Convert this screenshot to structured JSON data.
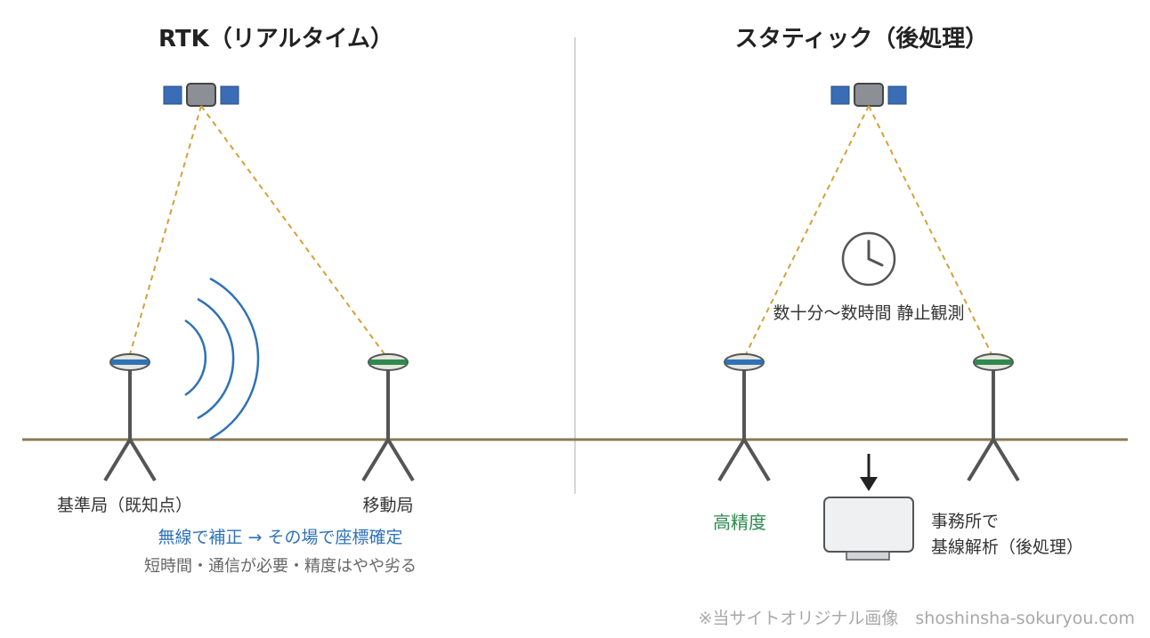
{
  "titles": {
    "rtk": "RTK（リアルタイム）",
    "static": "スタティック（後処理）"
  },
  "rtk": {
    "base_label": "基準局（既知点）",
    "rover_label": "移動局",
    "summary": "無線で補正 → その場で座標確定",
    "note": "短時間・通信が必要・精度はやや劣る"
  },
  "static": {
    "observation_label": "数十分〜数時間 静止観測",
    "accuracy_label": "高精度",
    "analysis_line1": "事務所で",
    "analysis_line2": "基線解析（後処理）"
  },
  "footer": {
    "credit": "※当サイトオリジナル画像　shoshinsha-sokuryou.com"
  },
  "colors": {
    "satellite_body": "#8c8f95",
    "satellite_panel": "#3a6db5",
    "signal_line": "#d4a03a",
    "ground": "#8a7a55",
    "pole": "#555555",
    "base_band": "#2f72b8",
    "rover_band": "#2e8a4f",
    "radio_wave": "#2f72b8",
    "divider": "#cccccc"
  },
  "icons": {
    "satellite": "satellite-icon",
    "clock": "clock-icon",
    "computer": "computer-icon",
    "radio": "radio-wave-icon"
  }
}
